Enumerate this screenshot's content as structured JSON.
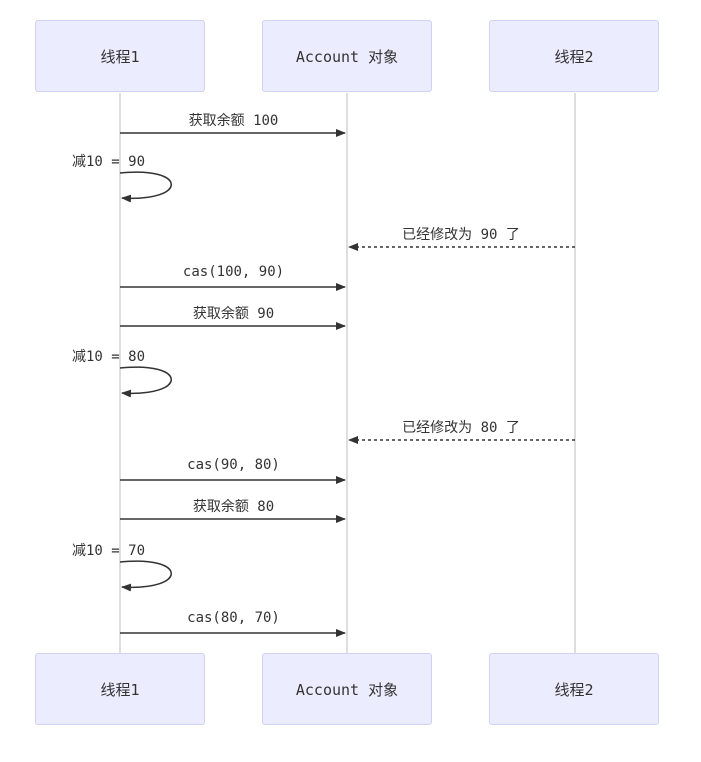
{
  "actors": {
    "top": [
      "线程1",
      "Account 对象",
      "线程2"
    ],
    "bottom": [
      "线程1",
      "Account 对象",
      "线程2"
    ]
  },
  "messages": [
    {
      "from": 0,
      "to": 1,
      "kind": "solid",
      "label": "获取余额 100"
    },
    {
      "from": 0,
      "to": 0,
      "kind": "self",
      "label": "减10 = 90"
    },
    {
      "from": 2,
      "to": 1,
      "kind": "dotted",
      "label": "已经修改为 90 了"
    },
    {
      "from": 0,
      "to": 1,
      "kind": "solid",
      "label": "cas(100, 90)"
    },
    {
      "from": 0,
      "to": 1,
      "kind": "solid",
      "label": "获取余额 90"
    },
    {
      "from": 0,
      "to": 0,
      "kind": "self",
      "label": "减10 = 80"
    },
    {
      "from": 2,
      "to": 1,
      "kind": "dotted",
      "label": "已经修改为 80 了"
    },
    {
      "from": 0,
      "to": 1,
      "kind": "solid",
      "label": "cas(90, 80)"
    },
    {
      "from": 0,
      "to": 1,
      "kind": "solid",
      "label": "获取余额 80"
    },
    {
      "from": 0,
      "to": 0,
      "kind": "self",
      "label": "减10 = 70"
    },
    {
      "from": 0,
      "to": 1,
      "kind": "solid",
      "label": "cas(80, 70)"
    }
  ],
  "colors": {
    "actor_fill": "#ececff",
    "actor_border": "#cfd2f2",
    "lifeline": "#d4d4d4",
    "arrow": "#333333",
    "text": "#333333"
  }
}
